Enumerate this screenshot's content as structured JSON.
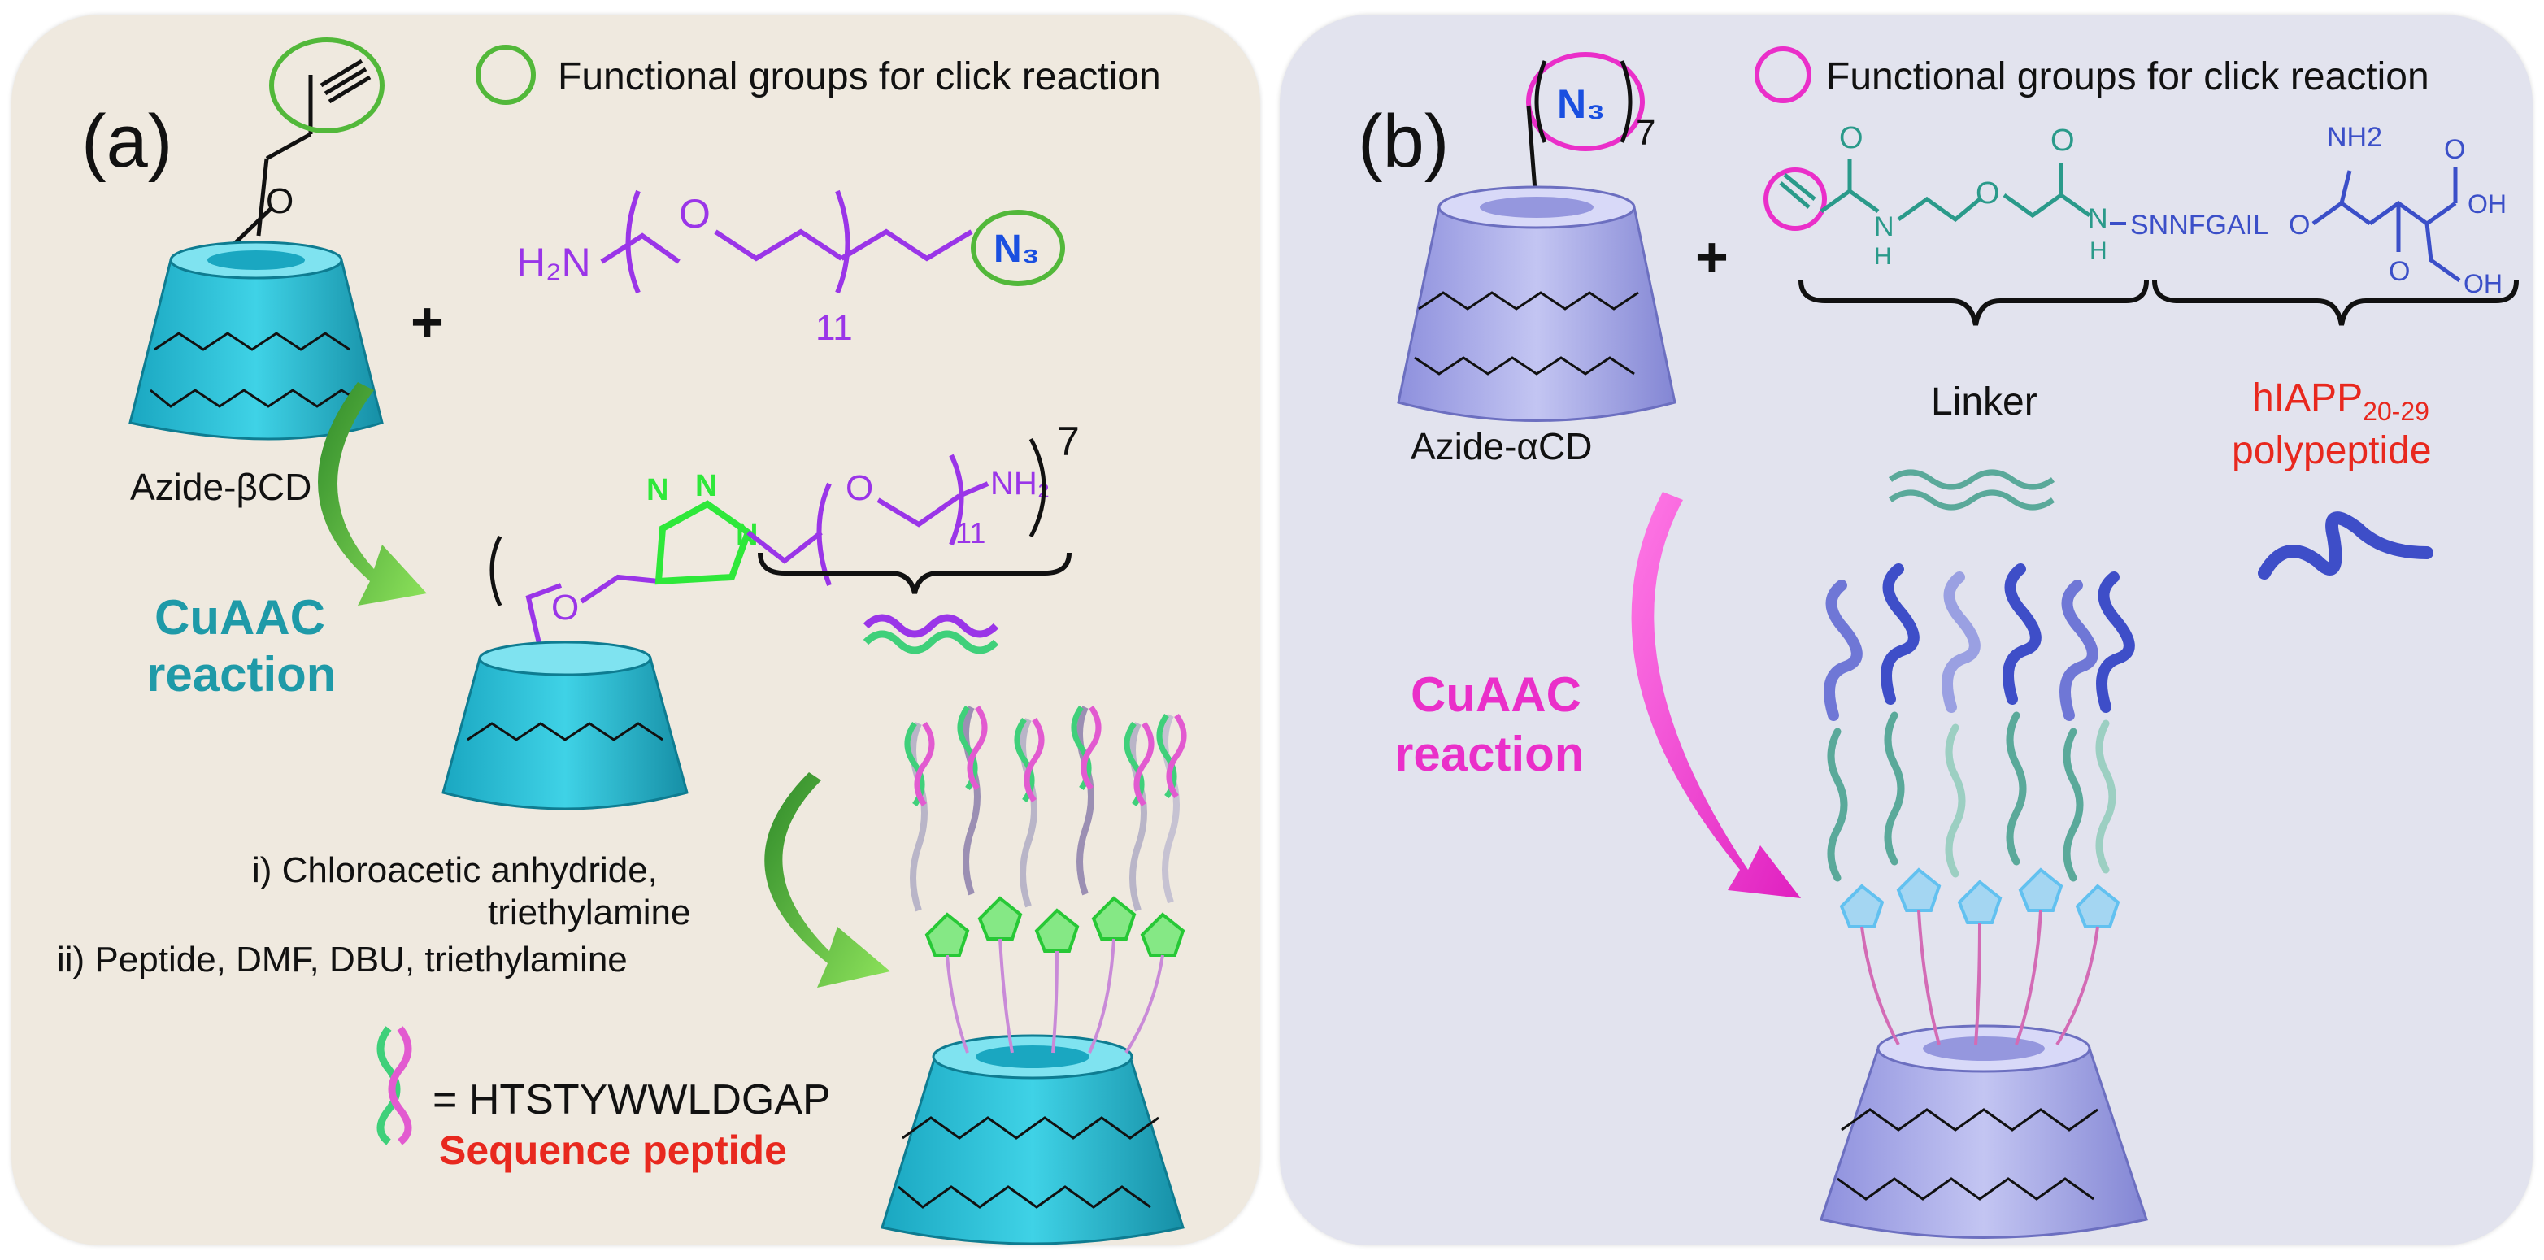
{
  "panel_a": {
    "label": "(a)",
    "legend_text": "Functional groups for click reaction",
    "legend_color": "#52b83a",
    "cd_label": "Azide-βCD",
    "plus": "+",
    "reagent": {
      "h2n": "H₂N",
      "o": "O",
      "repeat": "11",
      "azide": "N₃"
    },
    "reaction_name": [
      "CuAAC",
      "reaction"
    ],
    "reaction_color": "#1f9aa8",
    "product": {
      "o": "O",
      "o2": "O",
      "n": "N",
      "repeat": "11",
      "nh2": "NH₂",
      "bracket_n": "7"
    },
    "conditions": [
      "i) Chloroacetic anhydride,",
      "triethylamine",
      "ii)  Peptide, DMF, DBU, triethylamine"
    ],
    "peptide_eq": "= HTSTYWWLDGAP",
    "peptide_caption": "Sequence peptide",
    "peptide_caption_color": "#e8281e"
  },
  "panel_b": {
    "label": "(b)",
    "legend_text": "Functional groups for click reaction",
    "legend_color": "#ea2fc9",
    "cd_label": "Azide-αCD",
    "cd_azide": "N₃",
    "cd_repeat": "7",
    "plus": "+",
    "molecule": {
      "o1": "O",
      "n1": "N",
      "h1": "H",
      "o2": "O",
      "o3": "O",
      "nh": "N",
      "h2": "H",
      "seq": "SNNFGAIL",
      "o4": "O",
      "nh2": "NH2",
      "o5": "O",
      "o6": "O",
      "oh1": "OH",
      "oh2": "OH"
    },
    "linker_label": "Linker",
    "peptide_label_main": "hIAPP",
    "peptide_label_sub": "20-29",
    "peptide_label_line2": "polypeptide",
    "peptide_label_color": "#e8281e",
    "reaction_name": [
      "CuAAC",
      "reaction"
    ],
    "reaction_color": "#ea2fc9"
  }
}
